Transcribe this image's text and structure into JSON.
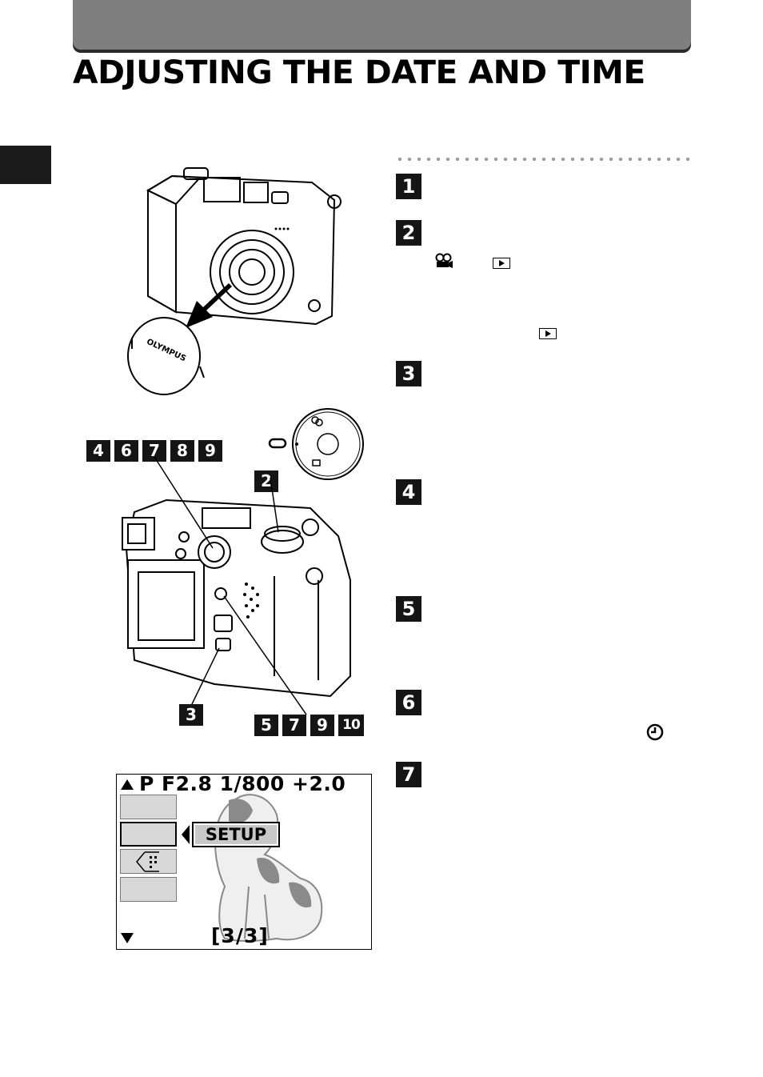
{
  "page": {
    "title": "ADJUSTING THE DATE AND TIME"
  },
  "steps": [
    "1",
    "2",
    "3",
    "4",
    "5",
    "6",
    "7"
  ],
  "callouts": {
    "top_left": [
      "4",
      "6",
      "7",
      "8",
      "9"
    ],
    "dial": "2",
    "lower_left": "3",
    "lower_right": [
      "5",
      "7",
      "9",
      "10"
    ]
  },
  "lens_cap_brand": "OLYMPUS",
  "lcd": {
    "status_line": "P F2.8 1/800 +2.0",
    "selected_item": "SETUP",
    "page_indicator": "[3/3]"
  },
  "icons": {
    "chapter_tab": "chapter-tab-marker",
    "movie": "movie-mode-icon",
    "playback": "playback-icon",
    "clock": "clock-icon"
  },
  "colors": {
    "header_bar": "#7f7f7f",
    "step_box": "#151515",
    "lcd_menu_cell": "#d8d8d8"
  }
}
